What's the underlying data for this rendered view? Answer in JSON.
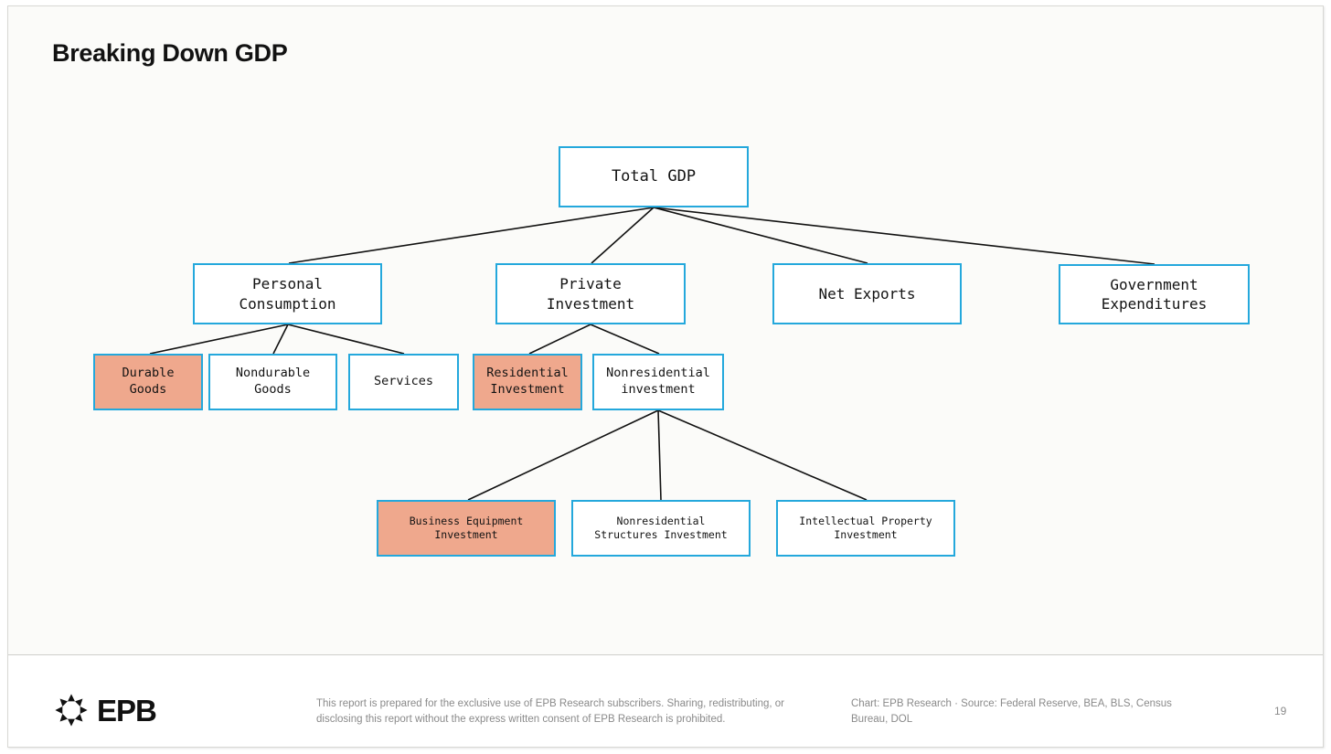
{
  "slide": {
    "title": "Breaking Down GDP",
    "page_number": "19",
    "accent_border_color": "#24A8DC",
    "highlight_fill_color": "#EFA88D",
    "background_color": "#FBFBF9",
    "line_color": "#111111"
  },
  "chart_data": {
    "type": "diagram",
    "title": "Breaking Down GDP",
    "description": "Hierarchical tree breaking down Total GDP into its expenditure components",
    "nodes": [
      {
        "id": "total_gdp",
        "label": "Total GDP",
        "level": 1,
        "highlighted": false,
        "parent": null
      },
      {
        "id": "personal_cons",
        "label": "Personal\nConsumption",
        "level": 2,
        "highlighted": false,
        "parent": "total_gdp"
      },
      {
        "id": "private_inv",
        "label": "Private\nInvestment",
        "level": 2,
        "highlighted": false,
        "parent": "total_gdp"
      },
      {
        "id": "net_exports",
        "label": "Net Exports",
        "level": 2,
        "highlighted": false,
        "parent": "total_gdp"
      },
      {
        "id": "gov_exp",
        "label": "Government\nExpenditures",
        "level": 2,
        "highlighted": false,
        "parent": "total_gdp"
      },
      {
        "id": "durable",
        "label": "Durable\nGoods",
        "level": 3,
        "highlighted": true,
        "parent": "personal_cons"
      },
      {
        "id": "nondurable",
        "label": "Nondurable\nGoods",
        "level": 3,
        "highlighted": false,
        "parent": "personal_cons"
      },
      {
        "id": "services",
        "label": "Services",
        "level": 3,
        "highlighted": false,
        "parent": "personal_cons"
      },
      {
        "id": "residential",
        "label": "Residential\nInvestment",
        "level": 3,
        "highlighted": true,
        "parent": "private_inv"
      },
      {
        "id": "nonresidential",
        "label": "Nonresidential\ninvestment",
        "level": 3,
        "highlighted": false,
        "parent": "private_inv"
      },
      {
        "id": "business_equip",
        "label": "Business Equipment\nInvestment",
        "level": 4,
        "highlighted": true,
        "parent": "nonresidential"
      },
      {
        "id": "nonres_struct",
        "label": "Nonresidential\nStructures Investment",
        "level": 4,
        "highlighted": false,
        "parent": "nonresidential"
      },
      {
        "id": "intellectual",
        "label": "Intellectual Property\nInvestment",
        "level": 4,
        "highlighted": false,
        "parent": "nonresidential"
      }
    ]
  },
  "footer": {
    "logo_name": "EPB",
    "disclaimer": "This report is prepared for the exclusive use of EPB Research subscribers. Sharing, redistributing, or disclosing this report without the express written consent of EPB Research is prohibited.",
    "source": "Chart: EPB Research  ·  Source: Federal Reserve, BEA, BLS, Census Bureau, DOL",
    "page_number": "19"
  }
}
